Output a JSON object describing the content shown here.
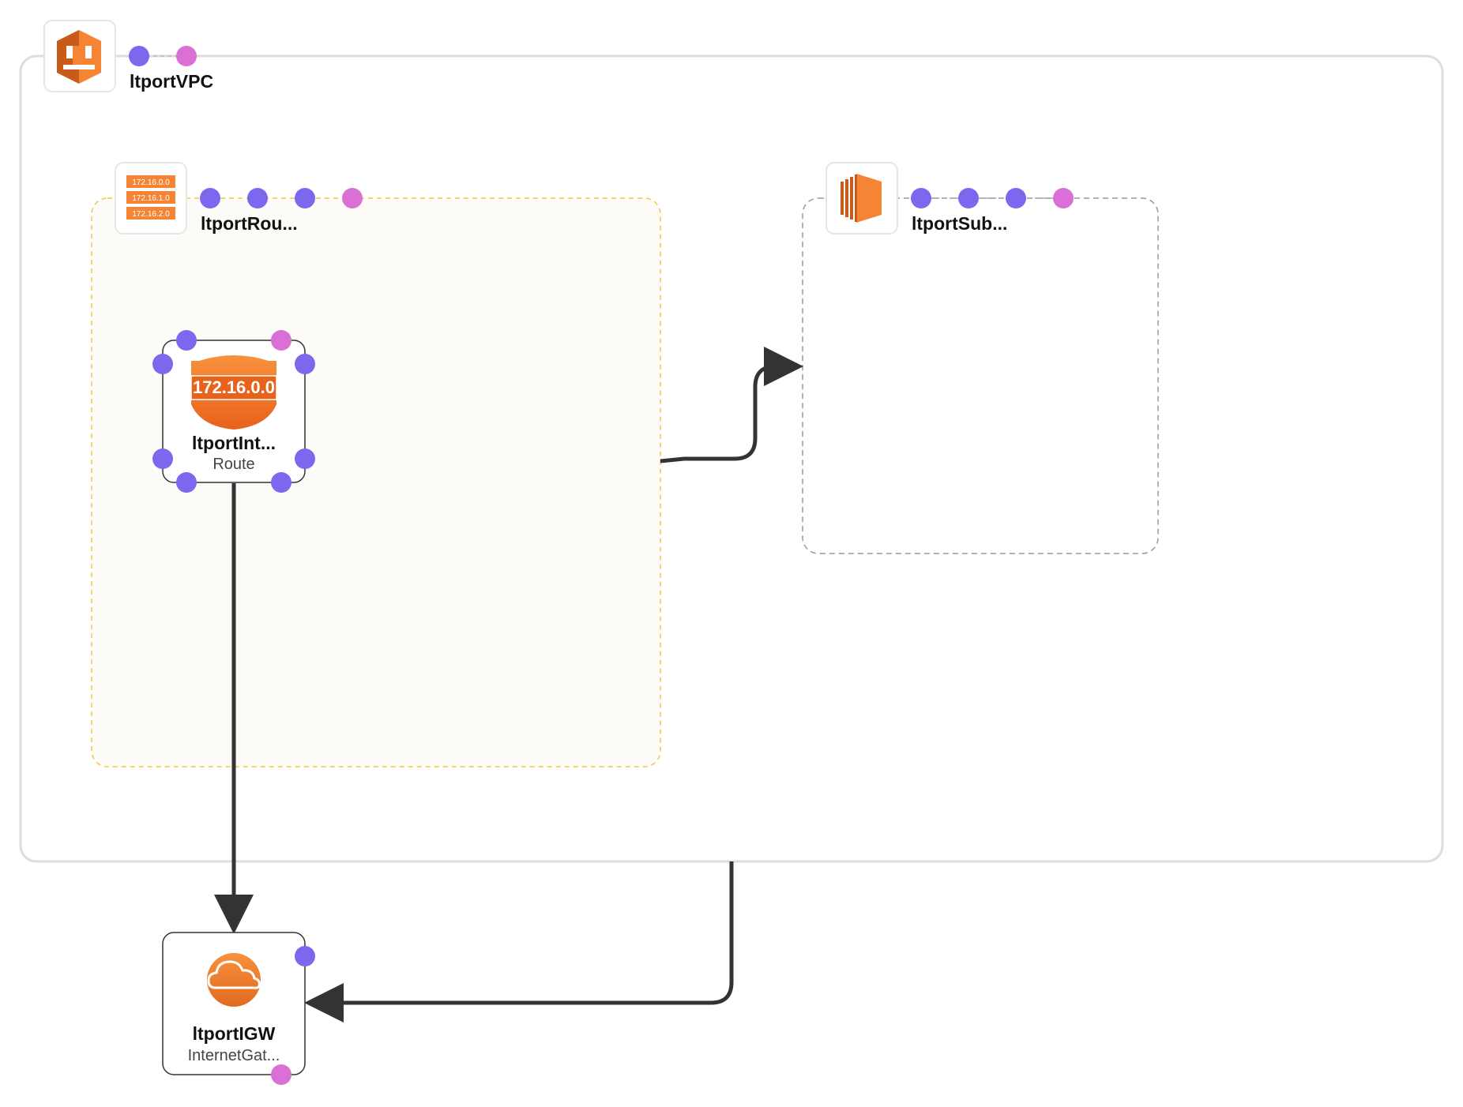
{
  "diagram": {
    "colors": {
      "port_in": "#7b68ee",
      "port_out": "#da70d6",
      "aws_orange": "#f58534",
      "aws_orange_dark": "#c85a1a",
      "edge": "#333333",
      "vpc_border": "#dddddd",
      "routetable_border": "#f5c542",
      "routetable_fill": "#fcfbf7",
      "subnet_border": "#999999"
    },
    "nodes": {
      "vpc": {
        "label": "ltportVPC",
        "icon": "vpc-icon"
      },
      "route_table": {
        "label": "ltportRou...",
        "icon": "route-table-icon",
        "icon_text": [
          "172.16.0.0",
          "172.16.1.0",
          "172.16.2.0"
        ]
      },
      "subnet": {
        "label": "ltportSub...",
        "icon": "ec2-subnet-icon"
      },
      "route": {
        "label": "ltportInt...",
        "sublabel": "Route",
        "icon": "route-shield-icon",
        "icon_text": "172.16.0.0"
      },
      "igw": {
        "label": "ltportIGW",
        "sublabel": "InternetGat...",
        "icon": "internet-gateway-cloud-icon"
      }
    },
    "edges": [
      {
        "from": "route_table",
        "to": "subnet"
      },
      {
        "from": "route",
        "to": "igw"
      },
      {
        "from": "vpc",
        "to": "igw"
      }
    ]
  }
}
